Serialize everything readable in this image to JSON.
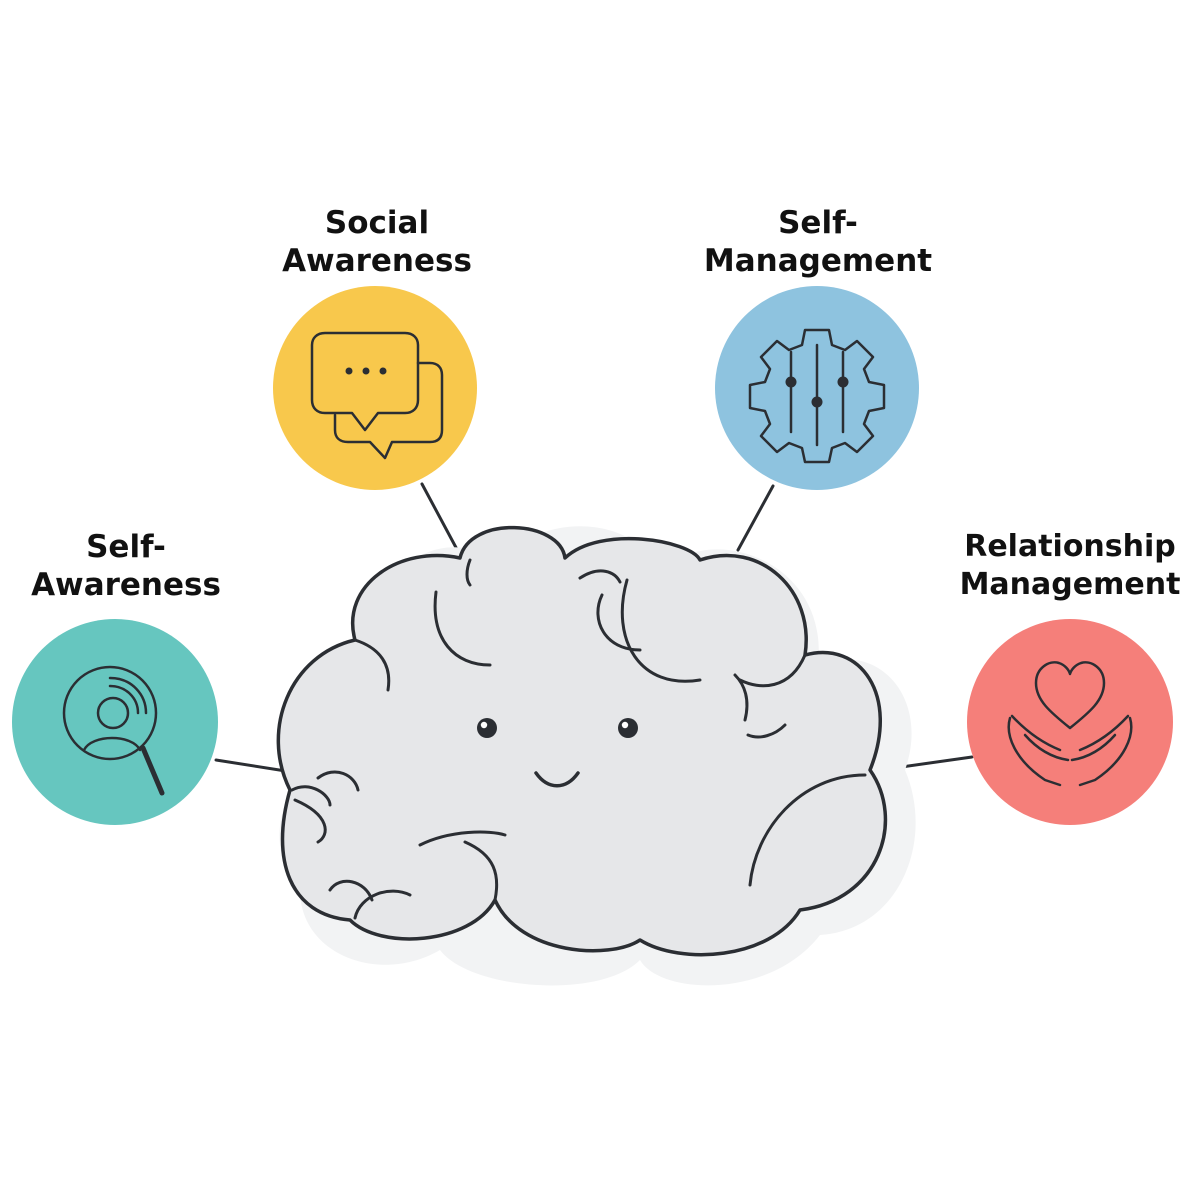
{
  "competencies": [
    {
      "id": "social",
      "line1": "Social",
      "line2": "Awareness",
      "icon": "chat-bubbles-icon",
      "color": "#F8C84C"
    },
    {
      "id": "selfmgmt",
      "line1": "Self-",
      "line2": "Management",
      "icon": "gear-sliders-icon",
      "color": "#8EC3DF"
    },
    {
      "id": "selfaware",
      "line1": "Self-",
      "line2": "Awareness",
      "icon": "person-magnifier-icon",
      "color": "#66C6BF"
    },
    {
      "id": "relmgmt",
      "line1": "Relationship",
      "line2": "Management",
      "icon": "heart-hands-icon",
      "color": "#F57F7A"
    }
  ],
  "center": {
    "icon": "brain-face-icon",
    "fill": "#E6E7E9",
    "shadow": "#F2F3F4",
    "stroke": "#2B2E33"
  }
}
